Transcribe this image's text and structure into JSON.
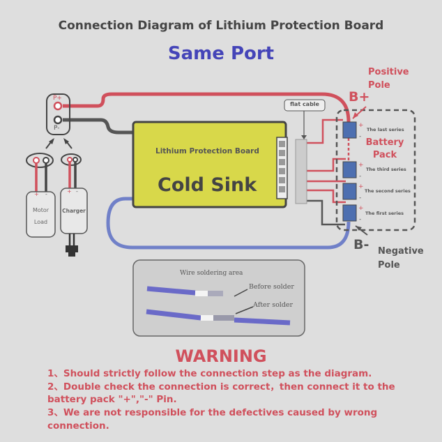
{
  "title": "Connection Diagram of Lithium Protection Board",
  "subtitle": "Same Port",
  "port": {
    "p_plus": "P+",
    "p_minus": "P-"
  },
  "loads": {
    "motor": [
      "Motor",
      "Load"
    ],
    "charger": "Charger",
    "plus": "+",
    "minus": "-"
  },
  "board": {
    "label": "Lithium Protection Board",
    "name": "Cold Sink"
  },
  "flat_cable": "flat cable",
  "battery": {
    "positive_pole": [
      "Positive",
      "Pole"
    ],
    "negative_pole": [
      "Negative",
      "Pole"
    ],
    "b_plus": "B+",
    "b_minus": "B-",
    "pack": [
      "Battery",
      "Pack"
    ],
    "series": [
      "The last series",
      "The third series",
      "The second series",
      "The first series"
    ]
  },
  "solder": {
    "title": "Wire soldering area",
    "before": "Before solder",
    "after": "After solder"
  },
  "warning": {
    "title": "WARNING",
    "lines": [
      "1、Should strictly follow the connection step as the diagram.",
      "2、Double check the connection is correct，then connect it to the",
      "battery pack \"+\",\"-\" Pin.",
      "3、We are not responsible for the defectives caused by wrong",
      "connection."
    ]
  },
  "colors": {
    "red": "#d0505c",
    "blue": "#4444b8",
    "wire_blue": "#7080c8",
    "board": "#d8d84a",
    "cell": "#4d6fb0"
  }
}
